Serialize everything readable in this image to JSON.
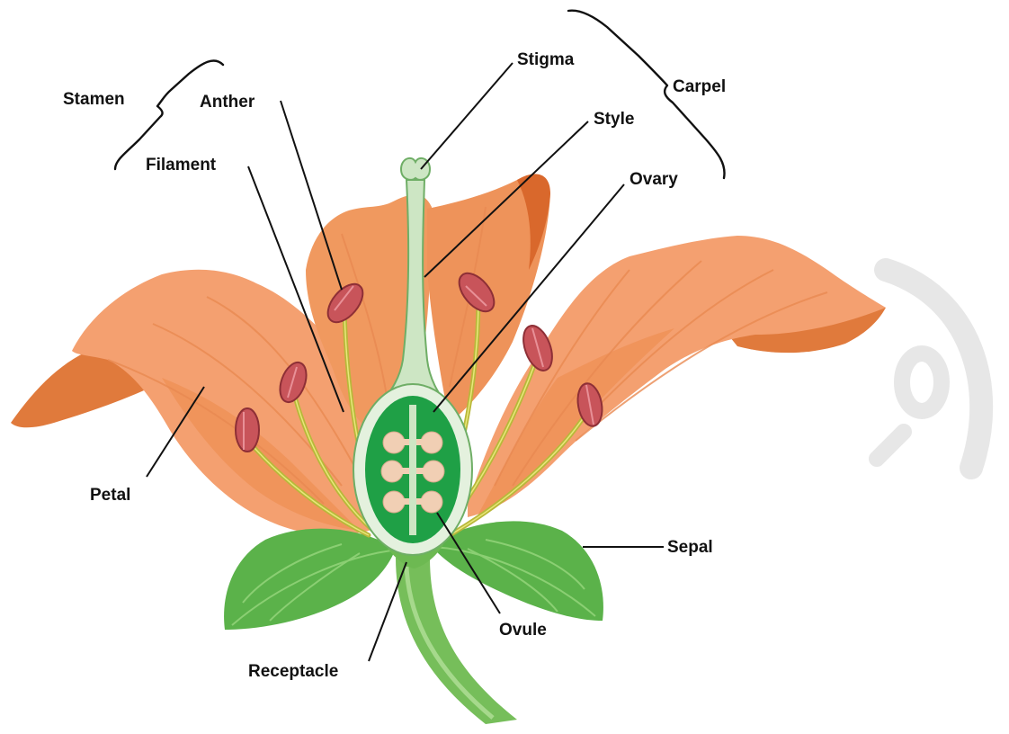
{
  "labels": {
    "stamen": "Stamen",
    "anther": "Anther",
    "filament": "Filament",
    "stigma": "Stigma",
    "carpel": "Carpel",
    "style": "Style",
    "ovary": "Ovary",
    "petal": "Petal",
    "sepal": "Sepal",
    "ovule": "Ovule",
    "receptacle": "Receptacle"
  },
  "colors": {
    "petal": "#F4A070",
    "petal_shadow": "#E07A3C",
    "petal_dark": "#C9602A",
    "anther": "#C8545A",
    "filament": "#C9C94A",
    "carpel": "#CDE6C4",
    "ovary_inner": "#1FA046",
    "ovule": "#F1CFB4",
    "sepal": "#5BB24A",
    "stem": "#76BE5A",
    "watermark": "#E6E6E6"
  }
}
